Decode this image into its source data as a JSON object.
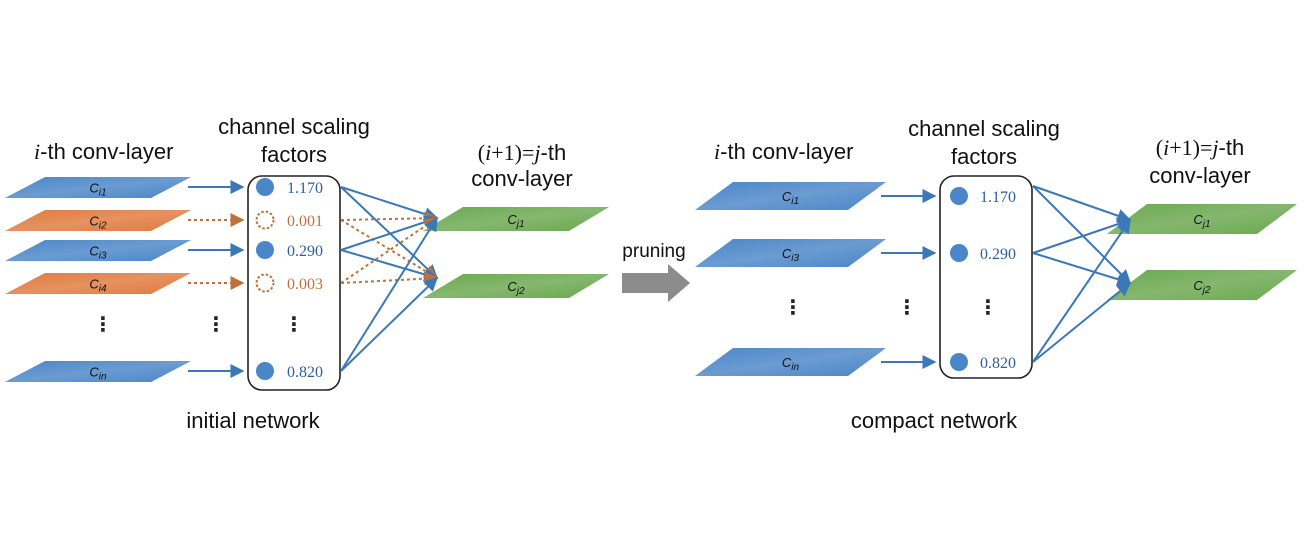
{
  "colors": {
    "kept": "#4a86c8",
    "pruned": "#e07a3e",
    "next_layer": "#6aa84f",
    "arrow": "#3a78b8",
    "pruned_arrow": "#c0703a",
    "pruning_arrow": "#8c8c8c"
  },
  "left": {
    "header_i_var": "i",
    "header_i_rest": "-th conv-layer",
    "header_scaling_line1": "channel scaling",
    "header_scaling_line2": "factors",
    "header_next_line1_var": "i",
    "header_next_line1_open": "(",
    "header_next_line1_mid": "+1)=",
    "header_next_line1_var2": "j",
    "header_next_line1_tail": "-th",
    "header_next_line2": "conv-layer",
    "channels": [
      {
        "label_main": "C",
        "label_sub": "i1",
        "pruned": false
      },
      {
        "label_main": "C",
        "label_sub": "i2",
        "pruned": true
      },
      {
        "label_main": "C",
        "label_sub": "i3",
        "pruned": false
      },
      {
        "label_main": "C",
        "label_sub": "i4",
        "pruned": true
      },
      {
        "label_main": "C",
        "label_sub": "in",
        "pruned": false
      }
    ],
    "factors": [
      "1.170",
      "0.001",
      "0.290",
      "0.003",
      "0.820"
    ],
    "next_channels": [
      {
        "label_main": "C",
        "label_sub": "j1"
      },
      {
        "label_main": "C",
        "label_sub": "j2"
      }
    ],
    "ellipsis": "⋮",
    "caption": "initial network"
  },
  "middle": {
    "pruning_label": "pruning",
    "pruning_icon": "right-arrow-icon"
  },
  "right": {
    "header_i_var": "i",
    "header_i_rest": "-th conv-layer",
    "header_scaling_line1": "channel scaling",
    "header_scaling_line2": "factors",
    "header_next_line1_open": "(",
    "header_next_line1_var": "i",
    "header_next_line1_mid": "+1)=",
    "header_next_line1_var2": "j",
    "header_next_line1_tail": "-th",
    "header_next_line2": "conv-layer",
    "channels": [
      {
        "label_main": "C",
        "label_sub": "i1"
      },
      {
        "label_main": "C",
        "label_sub": "i3"
      },
      {
        "label_main": "C",
        "label_sub": "in"
      }
    ],
    "factors": [
      "1.170",
      "0.290",
      "0.820"
    ],
    "next_channels": [
      {
        "label_main": "C",
        "label_sub": "j1"
      },
      {
        "label_main": "C",
        "label_sub": "j2"
      }
    ],
    "ellipsis": "⋮",
    "caption": "compact network"
  }
}
